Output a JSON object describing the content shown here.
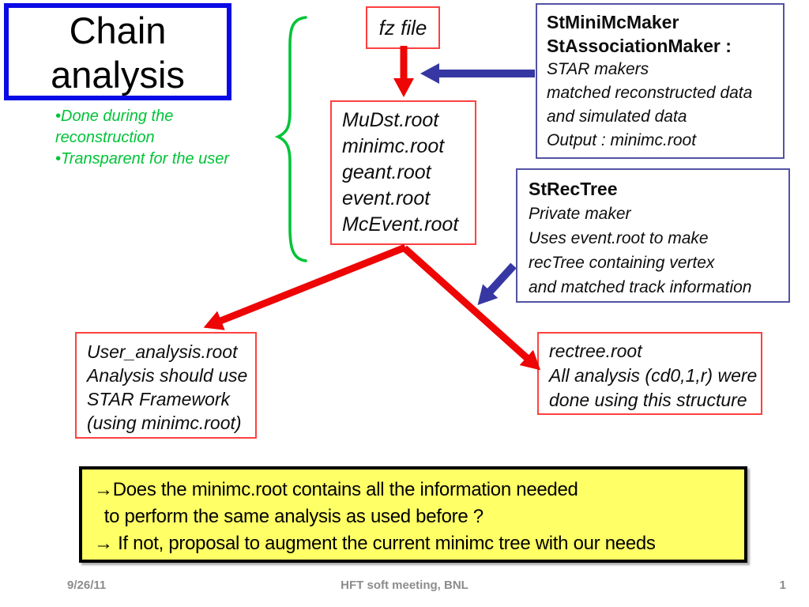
{
  "colors": {
    "title-border": "#0a0ae6",
    "red-border": "#ff4040",
    "red-arrow": "#ee0505",
    "navy-border": "#5353a4",
    "blue-arrow": "#3737a3",
    "green": "#00c437",
    "yellow-fill": "#ffff66",
    "question-border": "#000000",
    "footer-text": "#8c8c8c"
  },
  "title": {
    "lines": [
      "Chain",
      "analysis"
    ]
  },
  "notes": {
    "lines": [
      "•Done during the",
      "reconstruction",
      "•Transparent for the user"
    ]
  },
  "fz_box": {
    "label": "fz file"
  },
  "mudst_box": {
    "lines": [
      "MuDst.root",
      "minimc.root",
      "geant.root",
      "event.root",
      "McEvent.root"
    ]
  },
  "maker_box": {
    "title_lines": [
      "StMiniMcMaker",
      "StAssociationMaker :"
    ],
    "body_lines": [
      "STAR makers",
      "matched reconstructed data",
      "and simulated data",
      "Output : minimc.root"
    ]
  },
  "strectree_box": {
    "title_lines": [
      "StRecTree"
    ],
    "body_lines": [
      "Private maker",
      "Uses event.root to make",
      "recTree containing vertex",
      "and matched track information"
    ]
  },
  "user_box": {
    "lines": [
      "User_analysis.root",
      "Analysis should use",
      "STAR Framework",
      "(using minimc.root)"
    ]
  },
  "rectree_box": {
    "lines": [
      "rectree.root",
      "All analysis (cd0,1,r) were",
      "done using this structure"
    ]
  },
  "question_box": {
    "lines": [
      "→Does the minimc.root contains all the information needed",
      "  to perform the same analysis as used before ?",
      "→ If not, proposal to augment the current minimc tree with our needs"
    ]
  },
  "footer": {
    "date": "9/26/11",
    "center": "HFT soft meeting, BNL",
    "page": "1"
  }
}
